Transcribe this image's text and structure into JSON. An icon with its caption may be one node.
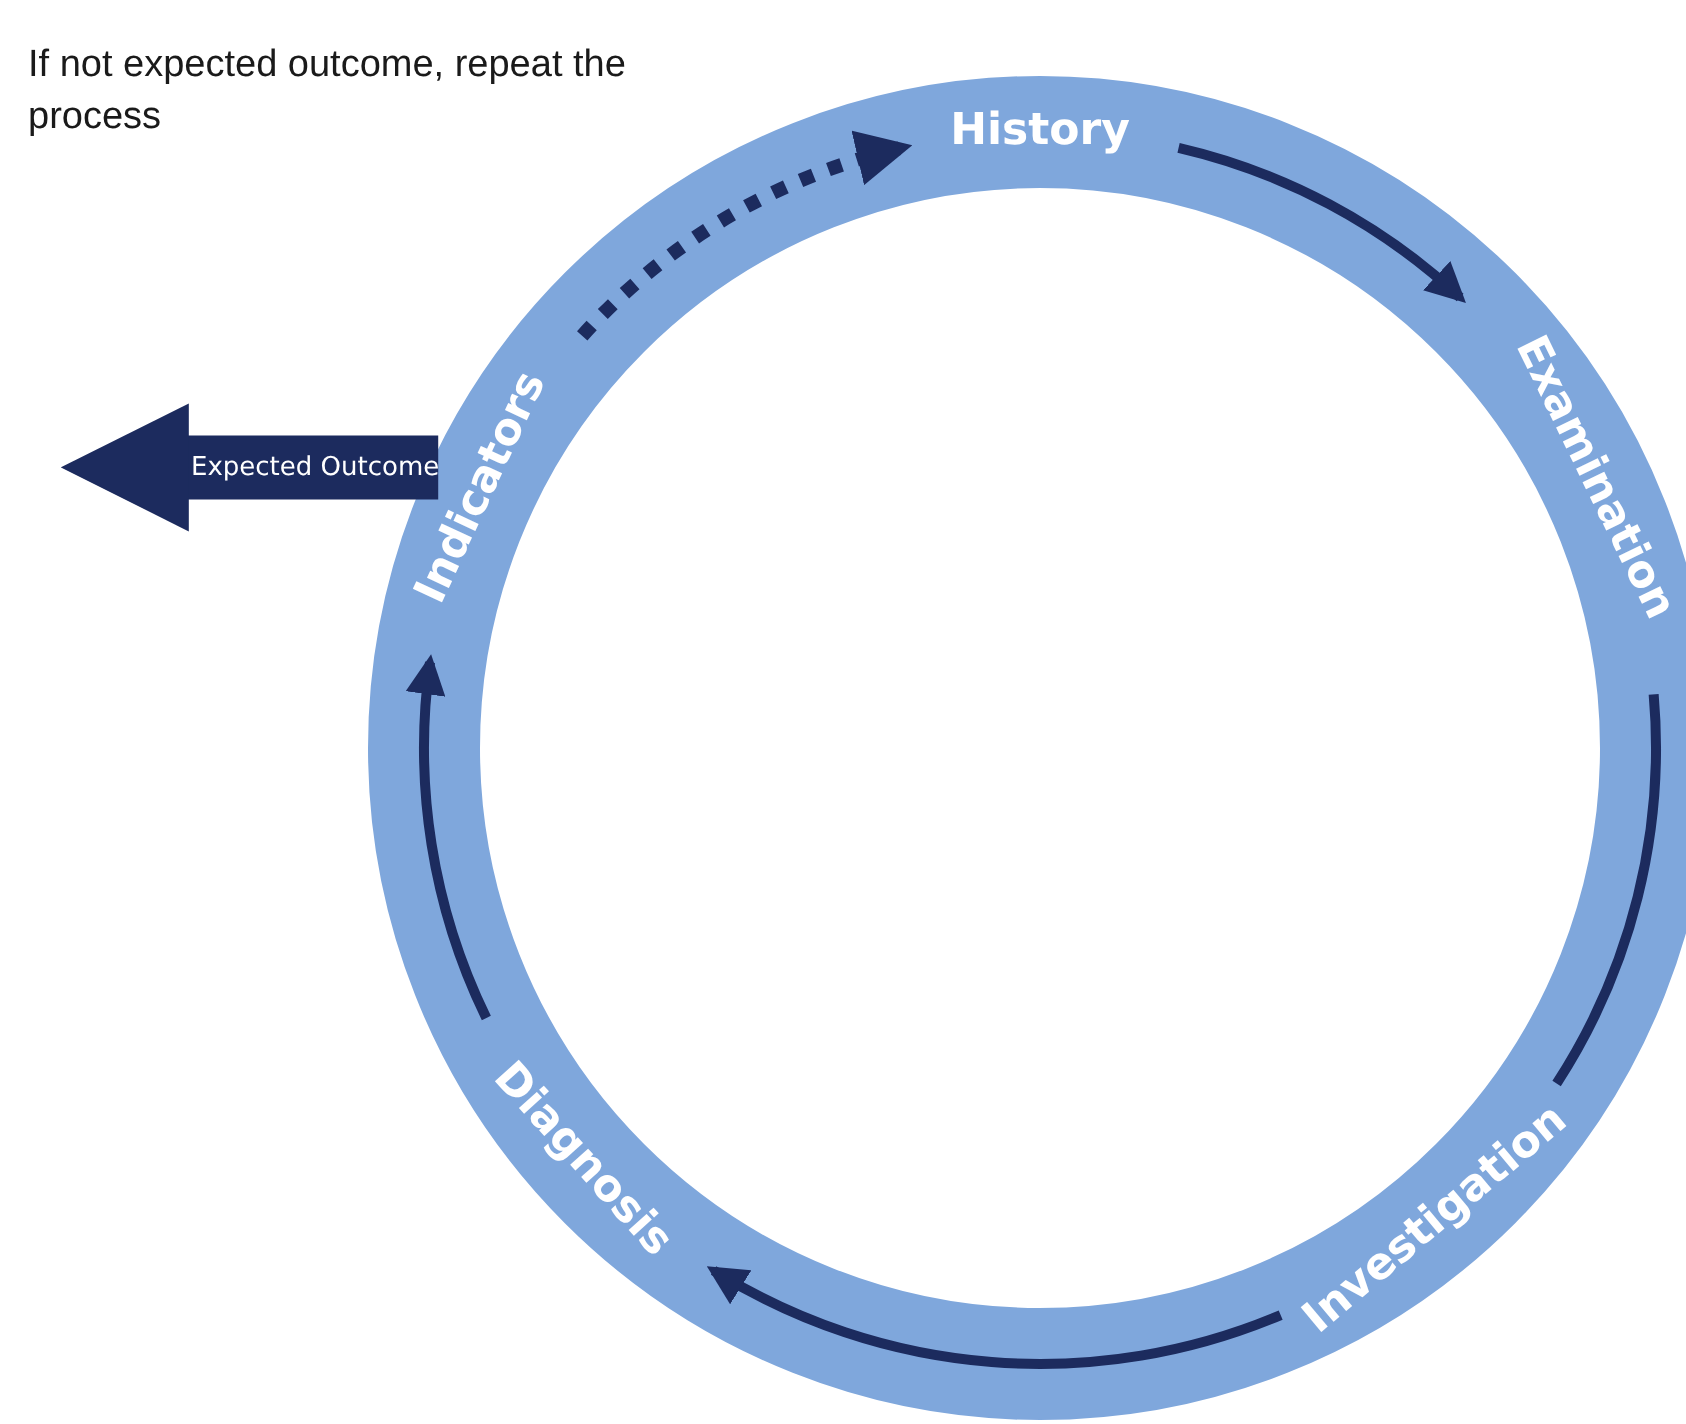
{
  "diagram": {
    "nodes": [
      {
        "text": [
          "History"
        ]
      },
      {
        "text": [
          "Examination"
        ]
      },
      {
        "text": [
          "Investigation"
        ]
      },
      {
        "text": [
          "Diagnosis"
        ]
      },
      {
        "text": [
          "Indicators"
        ]
      }
    ],
    "edges": [
      {
        "from": 4,
        "to": 0,
        "arrow": "to",
        "style": "dashed"
      },
      {
        "from": 0,
        "to": 1,
        "arrow": "to"
      },
      {
        "from": 1,
        "to": 2,
        "arrow": "none"
      },
      {
        "from": 2,
        "to": 3,
        "arrow": "to"
      },
      {
        "from": 3,
        "to": 4,
        "arrow": "to"
      },
      {
        "from": 4,
        "to": null,
        "arrow": "to",
        "label": "Expected Outcome",
        "style": "thick"
      }
    ],
    "labels": [
      "If not expected outcome, repeat the process"
    ]
  }
}
